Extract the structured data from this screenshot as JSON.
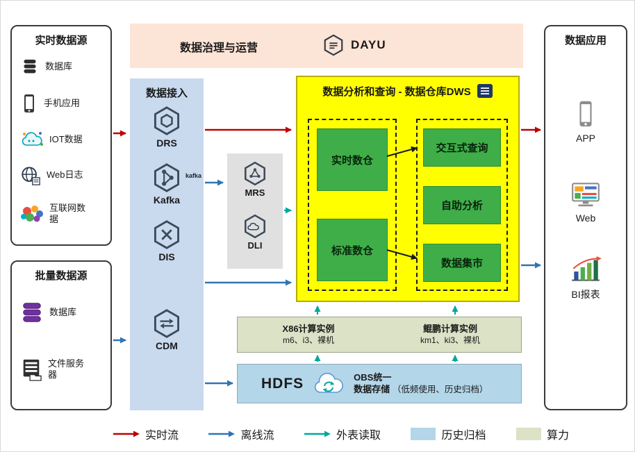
{
  "realtime_sources": {
    "title": "实时数据源",
    "items": [
      {
        "label": "数据库"
      },
      {
        "label": "手机应用"
      },
      {
        "label": "IOT数据"
      },
      {
        "label": "Web日志"
      },
      {
        "label": "互联网数据"
      }
    ]
  },
  "batch_sources": {
    "title": "批量数据源",
    "items": [
      {
        "label": "数据库"
      },
      {
        "label": "文件服务器"
      }
    ]
  },
  "governance": {
    "title": "数据治理与运营",
    "product": "DAYU"
  },
  "ingestion": {
    "title": "数据接入",
    "items": [
      {
        "label": "DRS"
      },
      {
        "label": "Kafka",
        "badge": "kafka"
      },
      {
        "label": "DIS"
      },
      {
        "label": "CDM"
      }
    ]
  },
  "processing": {
    "items": [
      {
        "label": "MRS"
      },
      {
        "label": "DLI"
      }
    ]
  },
  "dws": {
    "title": "数据分析和查询 - 数据仓库DWS",
    "warehouses": [
      {
        "label": "实时数仓"
      },
      {
        "label": "标准数仓"
      }
    ],
    "services": [
      {
        "label": "交互式查询"
      },
      {
        "label": "自助分析"
      },
      {
        "label": "数据集市"
      }
    ]
  },
  "compute": {
    "x86": {
      "title": "X86计算实例",
      "spec": "m6、i3、裸机"
    },
    "kunpeng": {
      "title": "鲲鹏计算实例",
      "spec": "km1、ki3、裸机"
    }
  },
  "storage": {
    "hdfs": "HDFS",
    "obs_line1": "OBS统一",
    "obs_line2": "数据存储",
    "note": "（低频使用、历史归档）"
  },
  "applications": {
    "title": "数据应用",
    "items": [
      {
        "label": "APP"
      },
      {
        "label": "Web"
      },
      {
        "label": "BI报表"
      }
    ]
  },
  "legend": {
    "realtime": "实时流",
    "offline": "离线流",
    "external": "外表读取",
    "archive": "历史归档",
    "compute": "算力"
  },
  "colors": {
    "realtime_flow": "#c00000",
    "offline_flow": "#2e75b6",
    "external_read": "#00a79d",
    "governance_bg": "#fce4d6",
    "ingestion_bg": "#c9d9ee",
    "dws_bg": "#ffff00",
    "module_green": "#3fae49",
    "archive_bg": "#b3d6e9",
    "compute_bg": "#dbe2c6"
  }
}
